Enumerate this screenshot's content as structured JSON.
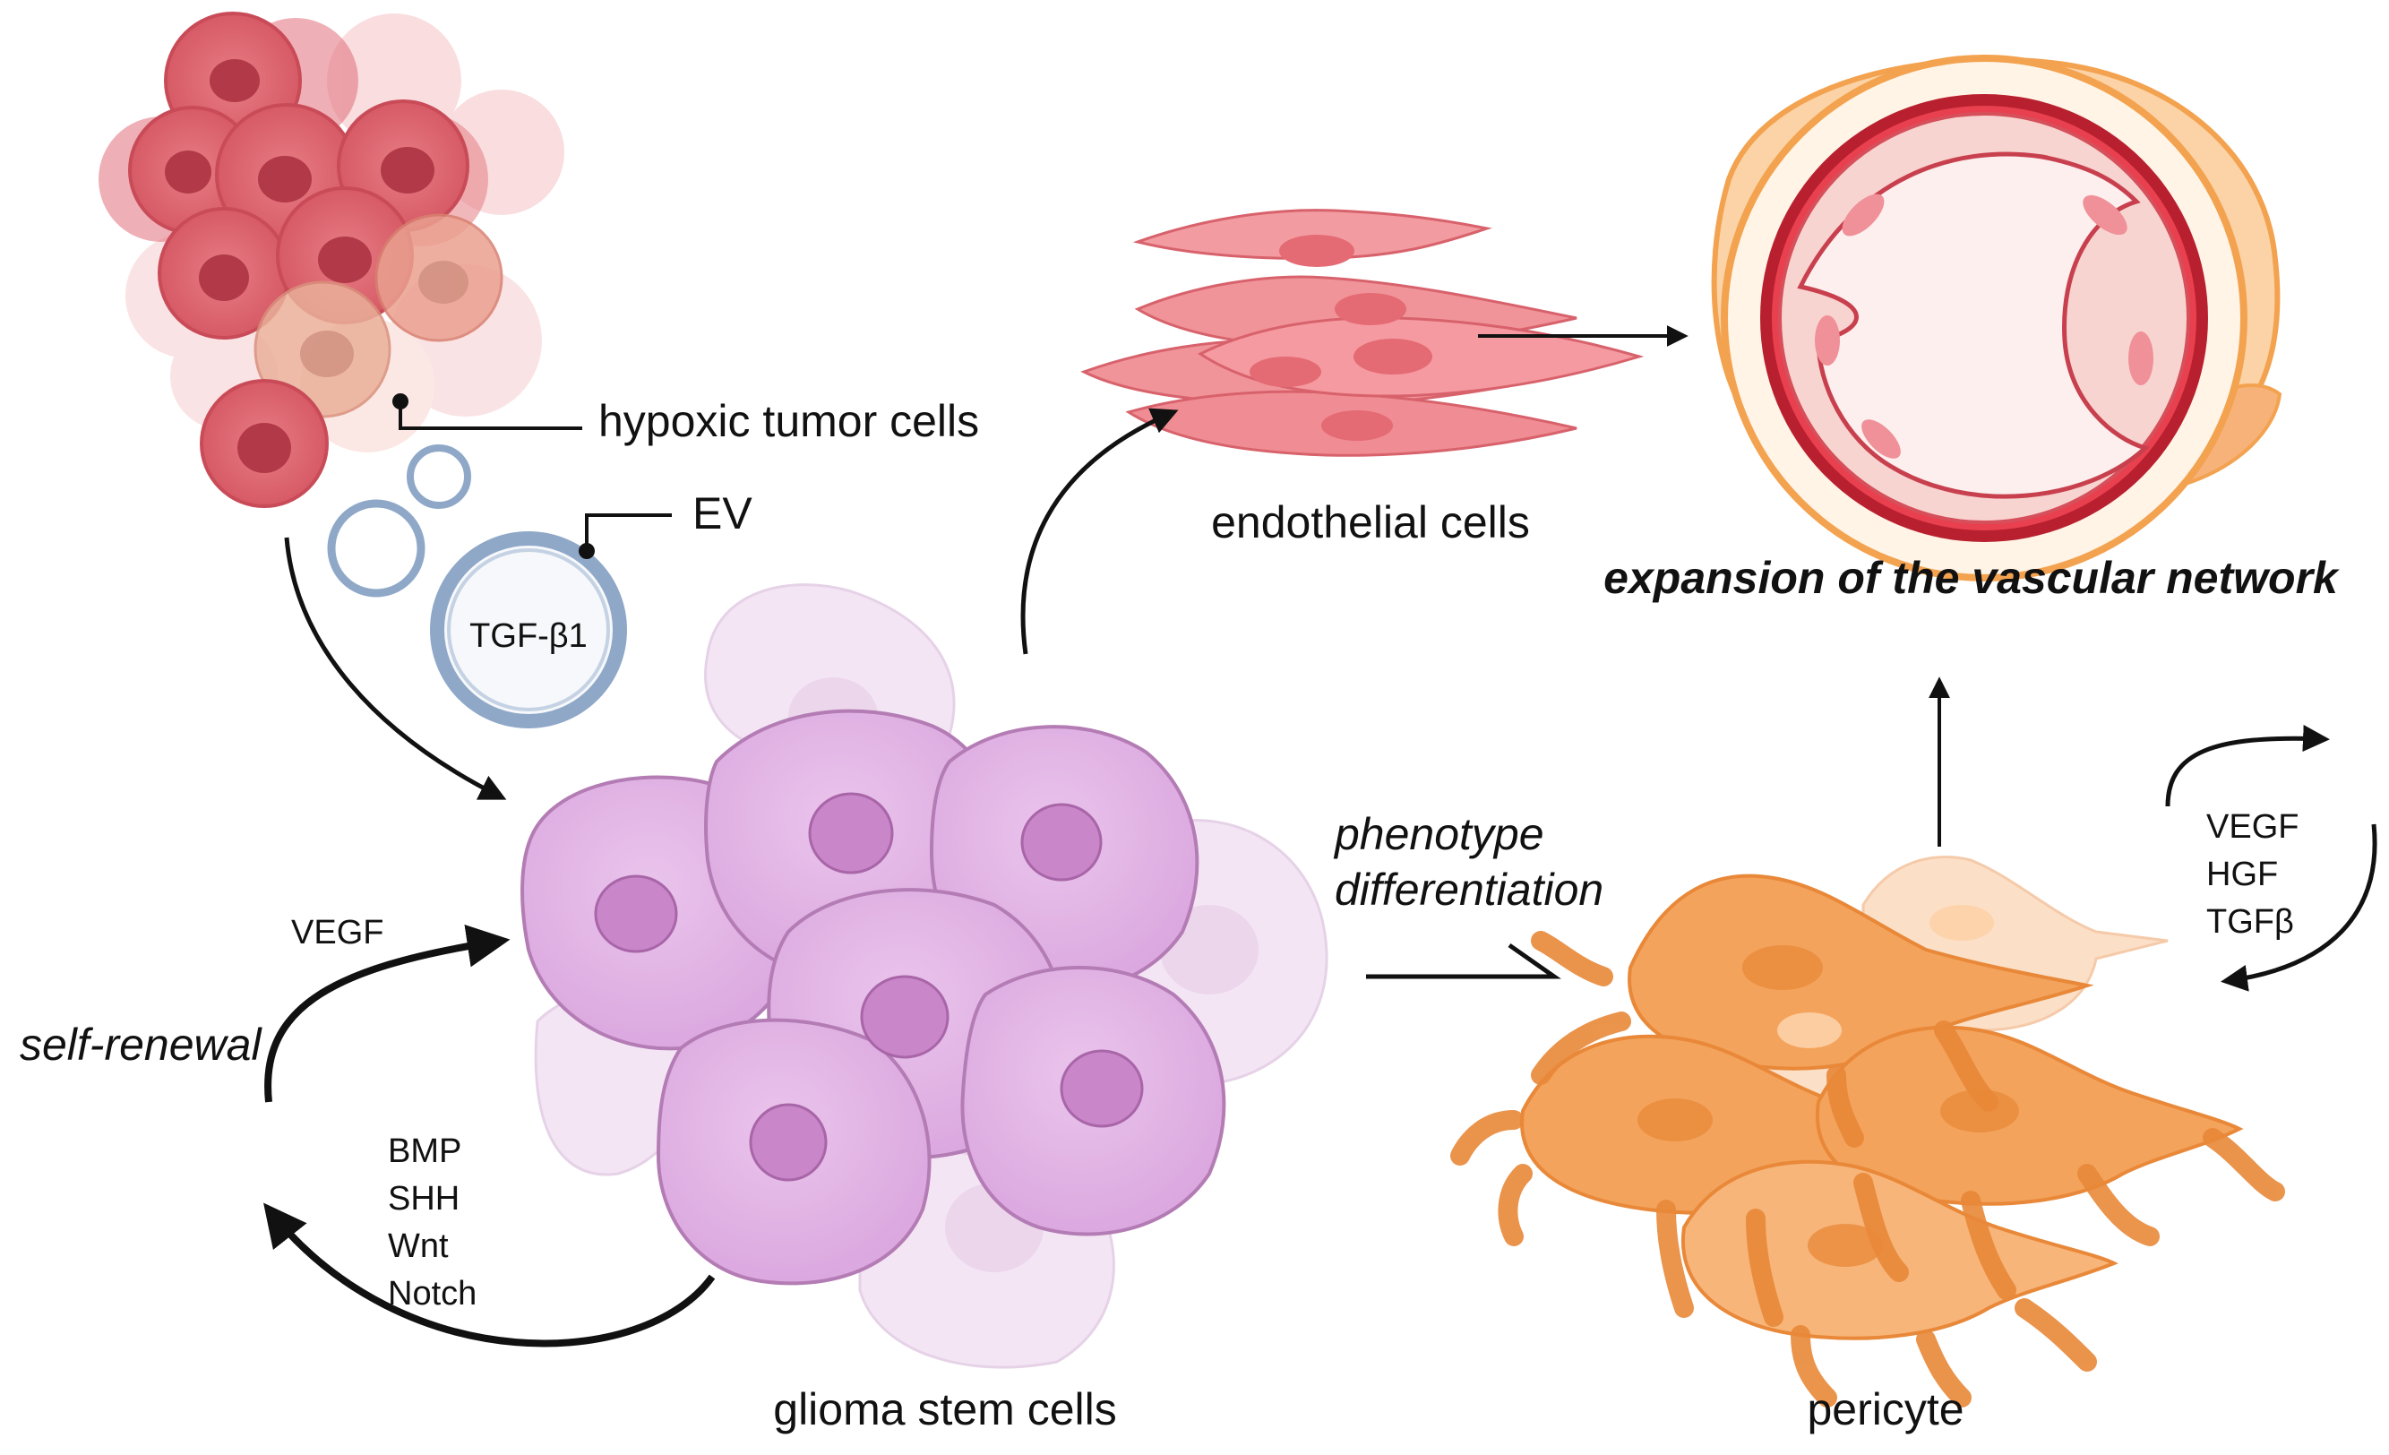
{
  "labels": {
    "hypoxic_tumor_cells": "hypoxic tumor cells",
    "ev": "EV",
    "tgf_beta1": "TGF-β1",
    "endothelial_cells": "endothelial cells",
    "expansion": "expansion of the vascular network",
    "phenotype": "phenotype",
    "differentiation": "differentiation",
    "self_renewal": "self-renewal",
    "vegf_left": "VEGF",
    "glioma_stem_cells": "glioma stem cells",
    "pericyte": "pericyte"
  },
  "factors_self_renewal": [
    "BMP",
    "SHH",
    "Wnt",
    "Notch"
  ],
  "factors_pericyte": [
    "VEGF",
    "HGF",
    "TGFβ"
  ],
  "colors": {
    "tumor": "#d9646e",
    "tumor_nucleus": "#b23a48",
    "ev_ring": "#8fa8c8",
    "endothelial": "#f4848a",
    "vessel_ring": "#c8283c",
    "vessel_outer": "#f6b36b",
    "stem_cell": "#e3b4e6",
    "stem_nucleus": "#c986c8",
    "pericyte": "#f3a35c",
    "arrow": "#111111"
  }
}
